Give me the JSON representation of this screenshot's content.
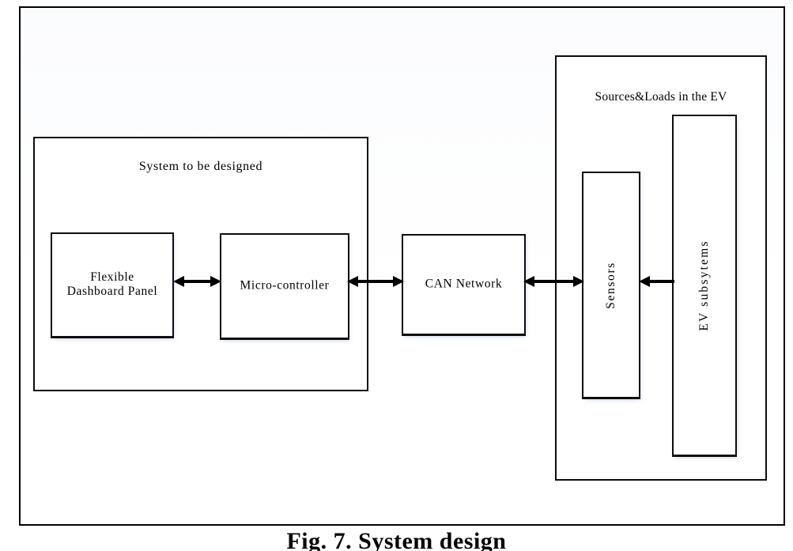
{
  "figure": {
    "caption": "Fig. 7. System design",
    "type": "block-diagram"
  },
  "containers": {
    "system": {
      "title": "System to be designed"
    },
    "vehicle": {
      "title": "Sources&Loads in the EV"
    }
  },
  "blocks": {
    "dashboard": {
      "line1": "Flexible",
      "line2": "Dashboard Panel"
    },
    "microcontroller": {
      "label": "Micro-controller"
    },
    "can_network": {
      "label": "CAN Network"
    },
    "sensors": {
      "label": "Sensors"
    },
    "ev_subsystems": {
      "label": "EV subsytems"
    }
  },
  "connections": [
    {
      "id": "dashboard-microcontroller",
      "from": "Flexible Dashboard Panel",
      "to": "Micro-controller",
      "style": "double-arrow"
    },
    {
      "id": "microcontroller-can",
      "from": "Micro-controller",
      "to": "CAN Network",
      "style": "double-arrow"
    },
    {
      "id": "can-sensors",
      "from": "CAN Network",
      "to": "Sensors",
      "style": "double-arrow"
    },
    {
      "id": "evsubsystems-sensors",
      "from": "EV subsytems",
      "to": "Sensors",
      "style": "single-arrow-left"
    }
  ],
  "colors": {
    "stroke": "#0d0d0d",
    "background": "#ffffff",
    "text": "#000000"
  }
}
